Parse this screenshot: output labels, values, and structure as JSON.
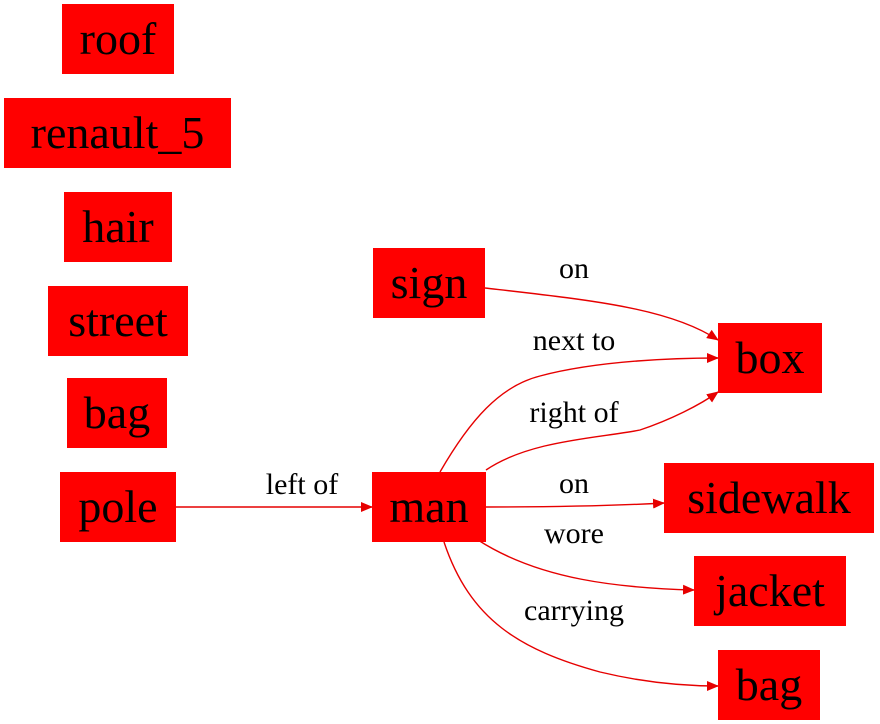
{
  "colors": {
    "node_fill": "#ff0000",
    "edge": "#e60000",
    "text": "#000000"
  },
  "nodes": [
    {
      "id": "roof",
      "label": "roof"
    },
    {
      "id": "renault_5",
      "label": "renault_5"
    },
    {
      "id": "hair",
      "label": "hair"
    },
    {
      "id": "street",
      "label": "street"
    },
    {
      "id": "bag_left",
      "label": "bag"
    },
    {
      "id": "pole",
      "label": "pole"
    },
    {
      "id": "sign",
      "label": "sign"
    },
    {
      "id": "man",
      "label": "man"
    },
    {
      "id": "box",
      "label": "box"
    },
    {
      "id": "sidewalk",
      "label": "sidewalk"
    },
    {
      "id": "jacket",
      "label": "jacket"
    },
    {
      "id": "bag_right",
      "label": "bag"
    }
  ],
  "edges": [
    {
      "id": "pole-man",
      "from": "pole",
      "to": "man",
      "label": "left of"
    },
    {
      "id": "sign-box",
      "from": "sign",
      "to": "box",
      "label": "on"
    },
    {
      "id": "man-box-next",
      "from": "man",
      "to": "box",
      "label": "next to"
    },
    {
      "id": "man-box-right",
      "from": "man",
      "to": "box",
      "label": "right of"
    },
    {
      "id": "man-sidewalk",
      "from": "man",
      "to": "sidewalk",
      "label": "on"
    },
    {
      "id": "man-jacket",
      "from": "man",
      "to": "jacket",
      "label": "wore"
    },
    {
      "id": "man-bag",
      "from": "man",
      "to": "bag_right",
      "label": "carrying"
    }
  ]
}
